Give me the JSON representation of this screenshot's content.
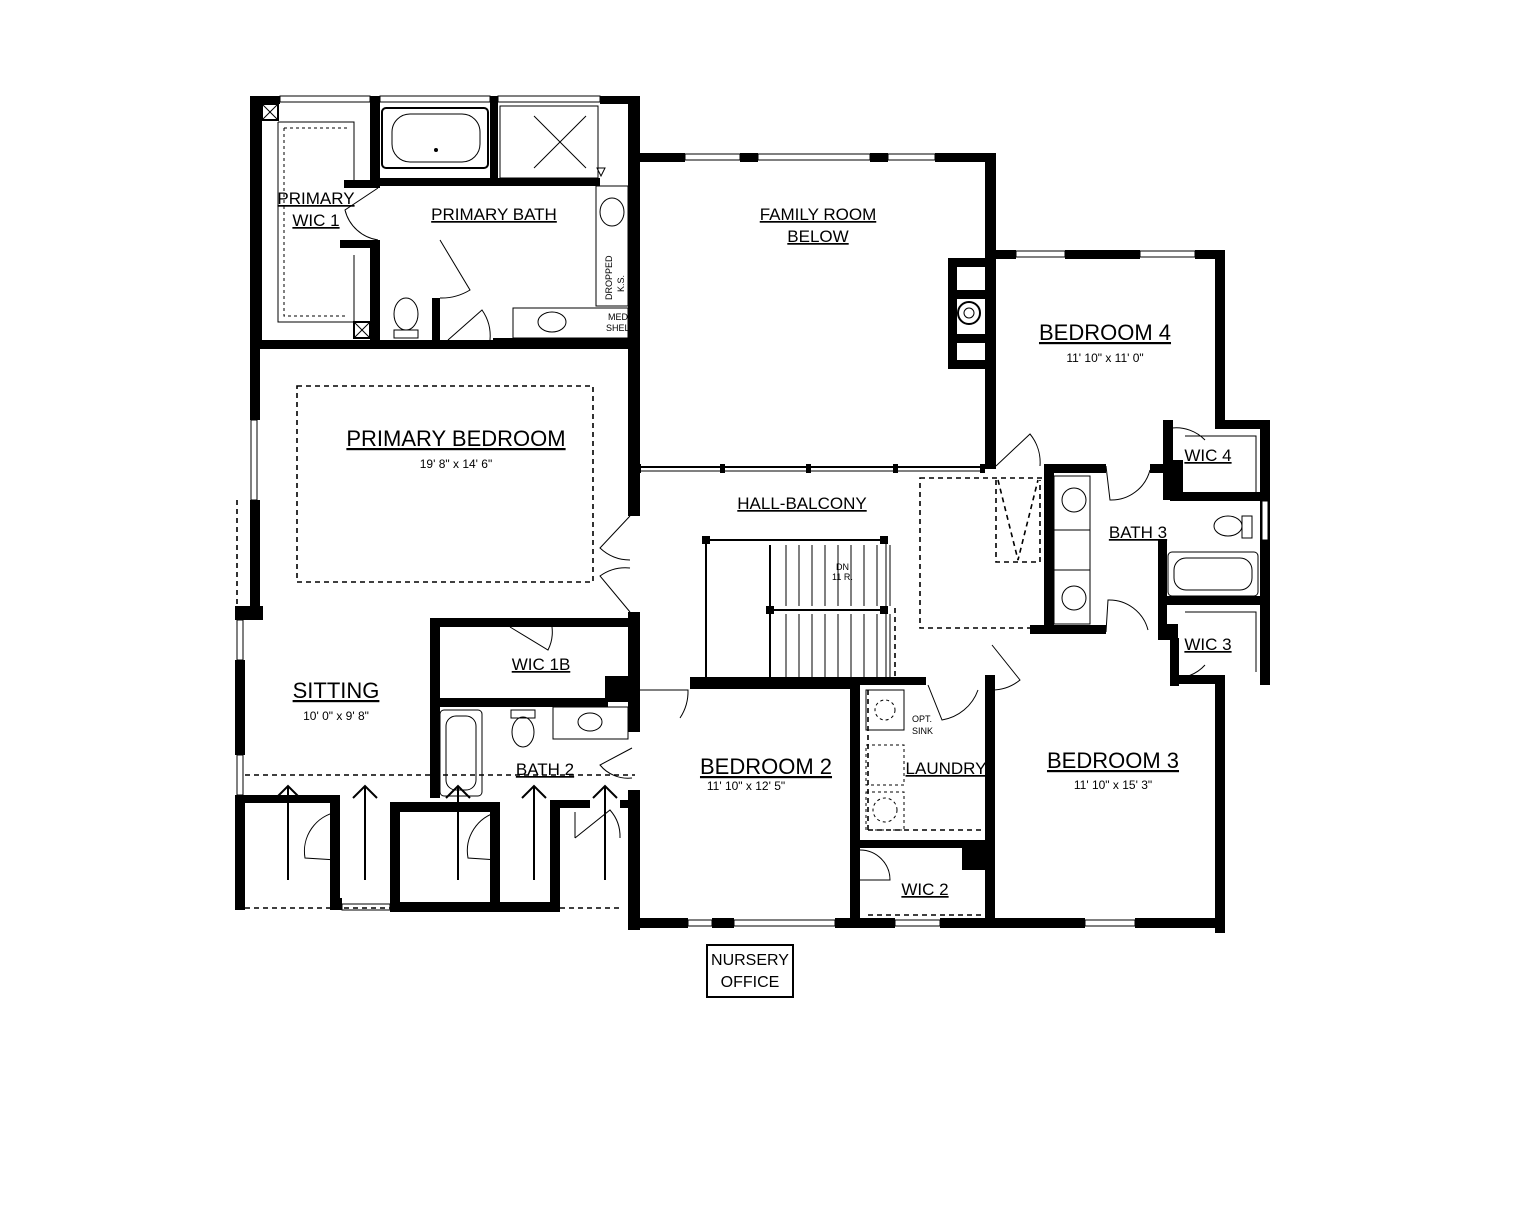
{
  "rooms": {
    "primary_wic1": {
      "line1": "PRIMARY",
      "line2": "WIC 1"
    },
    "primary_bath": "PRIMARY BATH",
    "family_room": {
      "line1": "FAMILY ROOM",
      "line2": "BELOW"
    },
    "bedroom4": {
      "name": "BEDROOM 4",
      "dims": "11' 10\" x 11' 0\""
    },
    "primary_bedroom": {
      "name": "PRIMARY BEDROOM",
      "dims": "19' 8\" x 14' 6\""
    },
    "hall_balcony": "HALL-BALCONY",
    "wic4": "WIC 4",
    "bath3": "BATH 3",
    "wic3": "WIC 3",
    "sitting": {
      "name": "SITTING",
      "dims": "10' 0\" x 9' 8\""
    },
    "wic1b": "WIC 1B",
    "bath2": "BATH 2",
    "bedroom2": {
      "name": "BEDROOM 2",
      "dims": "11' 10\" x 12' 5\""
    },
    "laundry": "LAUNDRY",
    "bedroom3": {
      "name": "BEDROOM 3",
      "dims": "11' 10\" x 15' 3\""
    },
    "wic2": "WIC 2"
  },
  "notes": {
    "dropped_ks": {
      "line1": "DROPPED",
      "line2": "K.S."
    },
    "media_shelf": {
      "line1": "MEDIA",
      "line2": "SHELF"
    },
    "opt_sink": {
      "line1": "OPT.",
      "line2": "SINK"
    },
    "stair": {
      "line1": "DN",
      "line2": "11 R."
    }
  },
  "option_box": {
    "line1": "NURSERY",
    "line2": "OFFICE"
  }
}
